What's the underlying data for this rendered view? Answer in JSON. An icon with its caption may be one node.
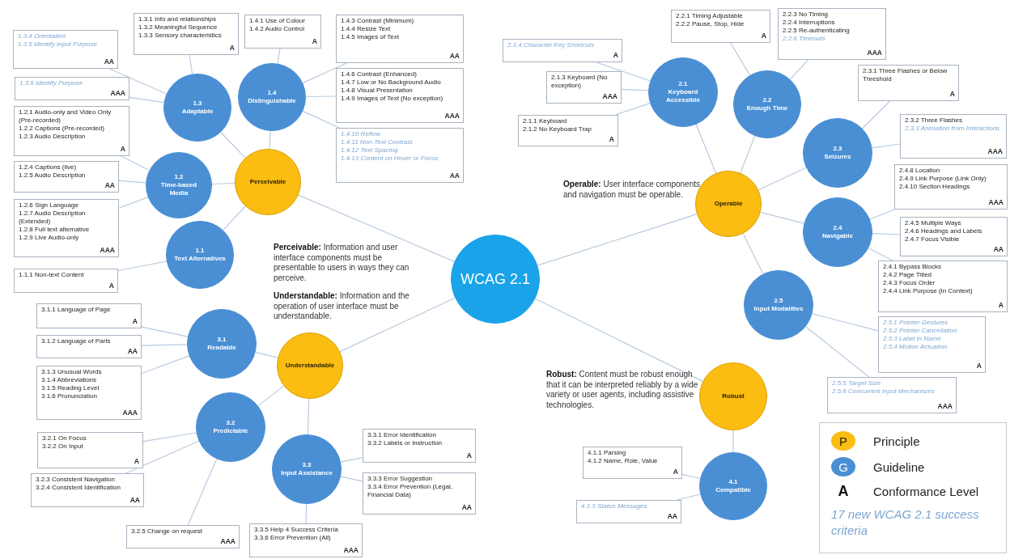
{
  "diagram": {
    "nodes": [
      {
        "text": [
          "WCAG 2.1"
        ]
      },
      {
        "text": [
          "Perceivable"
        ]
      },
      {
        "text": [
          "Operable"
        ]
      },
      {
        "text": [
          "Understandable"
        ]
      },
      {
        "text": [
          "Robust"
        ]
      },
      {
        "text": [
          "1.1",
          "Text Alternatives"
        ]
      },
      {
        "text": [
          "1.2",
          "Time-based Media"
        ]
      },
      {
        "text": [
          "1.3",
          "Adaptable"
        ]
      },
      {
        "text": [
          "1.4",
          "Distinguishable"
        ]
      },
      {
        "text": [
          "2.1",
          "Keyboard Accessible"
        ]
      },
      {
        "text": [
          "2.2",
          "Enough Time"
        ]
      },
      {
        "text": [
          "2.3",
          "Seizures"
        ]
      },
      {
        "text": [
          "2.4",
          "Navigable"
        ]
      },
      {
        "text": [
          "2.5",
          "Input Modalities"
        ]
      },
      {
        "text": [
          "3.1",
          "Readable"
        ]
      },
      {
        "text": [
          "3.2",
          "Predictable"
        ]
      },
      {
        "text": [
          "3.3",
          "Input Assistance"
        ]
      },
      {
        "text": [
          "4.1",
          "Compatible"
        ]
      },
      {
        "text": [
          "*1.3.4 Orientation*",
          "*1.3.5 Identify Input Purpose*",
          "AA"
        ]
      },
      {
        "text": [
          "*1.3.6 Identify Purpose*",
          "AAA"
        ]
      },
      {
        "text": [
          "1.3.1 Info and relationships",
          "1.3.2 Meaningful Sequence",
          "1.3.3 Sensory characteristics",
          "A"
        ]
      },
      {
        "text": [
          "1.4.1 Use of Colour",
          "1.4.2 Audio Control",
          "A"
        ]
      },
      {
        "text": [
          "1.4.3 Contrast (Minimum)",
          "1.4.4 Resize Text",
          "1.4.5 Images of Text",
          "AA"
        ]
      },
      {
        "text": [
          "1.4.6 Contrast (Enhanced)",
          "1.4.7 Low or No Background Audio",
          "1.4.8 Visual Presentation",
          "1.4.9 Images of Text (No exception)",
          "AAA"
        ]
      },
      {
        "text": [
          "*1.4.10 Reflow*",
          "*1.4.11 Non-Text Contrast*",
          "*1.4.12 Text Spacing*",
          "*1.4.13 Content on Hover or Focus*",
          "AA"
        ]
      },
      {
        "text": [
          "1.2.1 Audio-only and Video Only (Pre-recorded)",
          "1.2.2 Captions (Pre-recorded)",
          "1.2.3 Audio Description",
          "A"
        ]
      },
      {
        "text": [
          "1.2.4 Captions (live)",
          "1.2.5 Audio Description",
          "AA"
        ]
      },
      {
        "text": [
          "1.2.6 Sign Language",
          "1.2.7 Audio Description (Extended)",
          "1.2.8 Full text alternative",
          "1.2.9 Live Audio-only",
          "AAA"
        ]
      },
      {
        "text": [
          "1.1.1 Non-text Content",
          "A"
        ]
      },
      {
        "text": [
          "3.1.1 Language of Page",
          "A"
        ]
      },
      {
        "text": [
          "3.1.2 Language of Parts",
          "AA"
        ]
      },
      {
        "text": [
          "3.1.3 Unusual Words",
          "3.1.4 Abbreviations",
          "3.1.5 Reading Level",
          "3.1.6 Pronunciation",
          "AAA"
        ]
      },
      {
        "text": [
          "3.2.1 On Focus",
          "3.2.2 On Input",
          "A"
        ]
      },
      {
        "text": [
          "3.2.3 Consistent Navigation",
          "3.2.4 Consistent Identification",
          "AA"
        ]
      },
      {
        "text": [
          "3.2.5 Change on request",
          "AAA"
        ]
      },
      {
        "text": [
          "3.3.5 Help 4 Success Criteria",
          "3.3.6 Error Prevention (All)",
          "AAA"
        ]
      },
      {
        "text": [
          "3.3.1 Error Identification",
          "3.3.2 Labels or Instruction",
          "A"
        ]
      },
      {
        "text": [
          "3.3.3 Error Suggestion",
          "3.3.4 Error Prevention (Legal, Financial Data)",
          "AA"
        ]
      },
      {
        "text": [
          "*2.1.4 Character Key Shortcuts*",
          "A"
        ]
      },
      {
        "text": [
          "2.1.3 Keyboard (No exception)",
          "AAA"
        ]
      },
      {
        "text": [
          "2.1.1 Keyboard",
          "2.1.2 No Keyboard Trap",
          "A"
        ]
      },
      {
        "text": [
          "2.2.1 Timing Adjustable",
          "2.2.2 Pause, Stop, Hide",
          "A"
        ]
      },
      {
        "text": [
          "2.2.3 No Timing",
          "2.2.4 Interruptions",
          "2.2.5 Re-authenticating",
          "*2.2.6 Timeouts*",
          "AAA"
        ]
      },
      {
        "text": [
          "2.3.1 Three Flashes or Below Threshold",
          "A"
        ]
      },
      {
        "text": [
          "2.3.2 Three Flashes",
          "*2.3.3 Animation from Interactions*",
          "AAA"
        ]
      },
      {
        "text": [
          "2.4.8 Location",
          "2.4.9 Link Purpose (Link Only)",
          "2.4.10 Section Headings",
          "AAA"
        ]
      },
      {
        "text": [
          "2.4.5 Multiple Ways",
          "2.4.6 Headings and Labels",
          "2.4.7 Focus Visible",
          "AA"
        ]
      },
      {
        "text": [
          "2.4.1 Bypass Blocks",
          "2.4.2 Page Titled",
          "2.4.3 Focus Order",
          "2.4.4 Link Purpose (In Context)",
          "A"
        ]
      },
      {
        "text": [
          "*2.5.1 Pointer Gestures*",
          "*2.5.2 Pointer Cancellation*",
          "*2.5.3 Label in Name*",
          "*2.5.4 Motion Actuation*",
          "A"
        ]
      },
      {
        "text": [
          "*2.5.5 Target Size*",
          "*2.5.6 Concurrent Input Mechanisms*",
          "AAA"
        ]
      },
      {
        "text": [
          "4.1.1 Parsing",
          "4.1.2 Name, Role, Value",
          "A"
        ]
      },
      {
        "text": [
          "*4.1.3 Status Messages*",
          "AA"
        ]
      }
    ],
    "edges": [
      {
        "from": 0,
        "to": 1,
        "arrow": "none"
      },
      {
        "from": 0,
        "to": 2,
        "arrow": "none"
      },
      {
        "from": 0,
        "to": 3,
        "arrow": "none"
      },
      {
        "from": 0,
        "to": 4,
        "arrow": "none"
      },
      {
        "from": 1,
        "to": 5,
        "arrow": "none"
      },
      {
        "from": 1,
        "to": 6,
        "arrow": "none"
      },
      {
        "from": 1,
        "to": 7,
        "arrow": "none"
      },
      {
        "from": 1,
        "to": 8,
        "arrow": "none"
      },
      {
        "from": 2,
        "to": 9,
        "arrow": "none"
      },
      {
        "from": 2,
        "to": 10,
        "arrow": "none"
      },
      {
        "from": 2,
        "to": 11,
        "arrow": "none"
      },
      {
        "from": 2,
        "to": 12,
        "arrow": "none"
      },
      {
        "from": 2,
        "to": 13,
        "arrow": "none"
      },
      {
        "from": 3,
        "to": 14,
        "arrow": "none"
      },
      {
        "from": 3,
        "to": 15,
        "arrow": "none"
      },
      {
        "from": 3,
        "to": 16,
        "arrow": "none"
      },
      {
        "from": 4,
        "to": 17,
        "arrow": "none"
      },
      {
        "from": 7,
        "to": 18,
        "arrow": "none"
      },
      {
        "from": 7,
        "to": 19,
        "arrow": "none"
      },
      {
        "from": 7,
        "to": 20,
        "arrow": "none"
      },
      {
        "from": 8,
        "to": 21,
        "arrow": "none"
      },
      {
        "from": 8,
        "to": 22,
        "arrow": "none"
      },
      {
        "from": 8,
        "to": 23,
        "arrow": "none"
      },
      {
        "from": 8,
        "to": 24,
        "arrow": "none"
      },
      {
        "from": 6,
        "to": 25,
        "arrow": "none"
      },
      {
        "from": 6,
        "to": 26,
        "arrow": "none"
      },
      {
        "from": 6,
        "to": 27,
        "arrow": "none"
      },
      {
        "from": 5,
        "to": 28,
        "arrow": "none"
      },
      {
        "from": 14,
        "to": 29,
        "arrow": "none"
      },
      {
        "from": 14,
        "to": 30,
        "arrow": "none"
      },
      {
        "from": 14,
        "to": 31,
        "arrow": "none"
      },
      {
        "from": 15,
        "to": 32,
        "arrow": "none"
      },
      {
        "from": 15,
        "to": 33,
        "arrow": "none"
      },
      {
        "from": 15,
        "to": 34,
        "arrow": "none"
      },
      {
        "from": 16,
        "to": 35,
        "arrow": "none"
      },
      {
        "from": 16,
        "to": 36,
        "arrow": "none"
      },
      {
        "from": 16,
        "to": 37,
        "arrow": "none"
      },
      {
        "from": 9,
        "to": 38,
        "arrow": "none"
      },
      {
        "from": 9,
        "to": 39,
        "arrow": "none"
      },
      {
        "from": 9,
        "to": 40,
        "arrow": "none"
      },
      {
        "from": 10,
        "to": 41,
        "arrow": "none"
      },
      {
        "from": 10,
        "to": 42,
        "arrow": "none"
      },
      {
        "from": 11,
        "to": 43,
        "arrow": "none"
      },
      {
        "from": 11,
        "to": 44,
        "arrow": "none"
      },
      {
        "from": 12,
        "to": 45,
        "arrow": "none"
      },
      {
        "from": 12,
        "to": 46,
        "arrow": "none"
      },
      {
        "from": 12,
        "to": 47,
        "arrow": "none"
      },
      {
        "from": 13,
        "to": 48,
        "arrow": "none"
      },
      {
        "from": 13,
        "to": 49,
        "arrow": "none"
      },
      {
        "from": 17,
        "to": 50,
        "arrow": "none"
      },
      {
        "from": 17,
        "to": 51,
        "arrow": "none"
      }
    ],
    "labels": [
      "**Perceivable:** Information and user interface components must be presentable to users in ways they can perceive.",
      "**Understandable:** Information and the operation of user interface must be understandable.",
      "**Operable:** User interface components and navigation must be operable.",
      "**Robust:** Content must be robust enough that it can be interpreted reliably by a wide variety or user agents, including assistive technologies.",
      "P",
      "G",
      "A"
    ],
    "legend": [
      {
        "text": "Principle",
        "color": "#fbbd12"
      },
      {
        "text": "Guideline",
        "color": "#4a8fd4"
      },
      {
        "text": "Conformance Level"
      },
      {
        "text": "17 new WCAG 2.1 success criteria"
      }
    ]
  }
}
